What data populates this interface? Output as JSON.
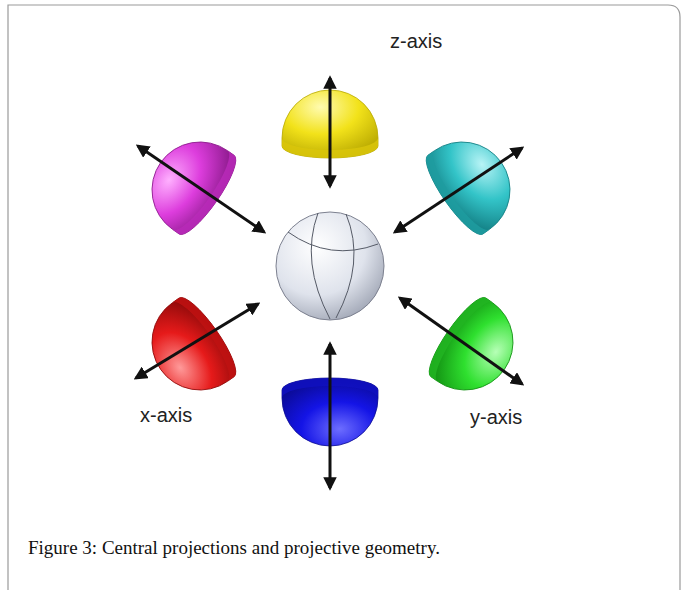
{
  "diagram": {
    "caption": "Figure 3: Central projections and projective geometry.",
    "labels": [
      "z-axis",
      "x-axis",
      "y-axis"
    ]
  }
}
